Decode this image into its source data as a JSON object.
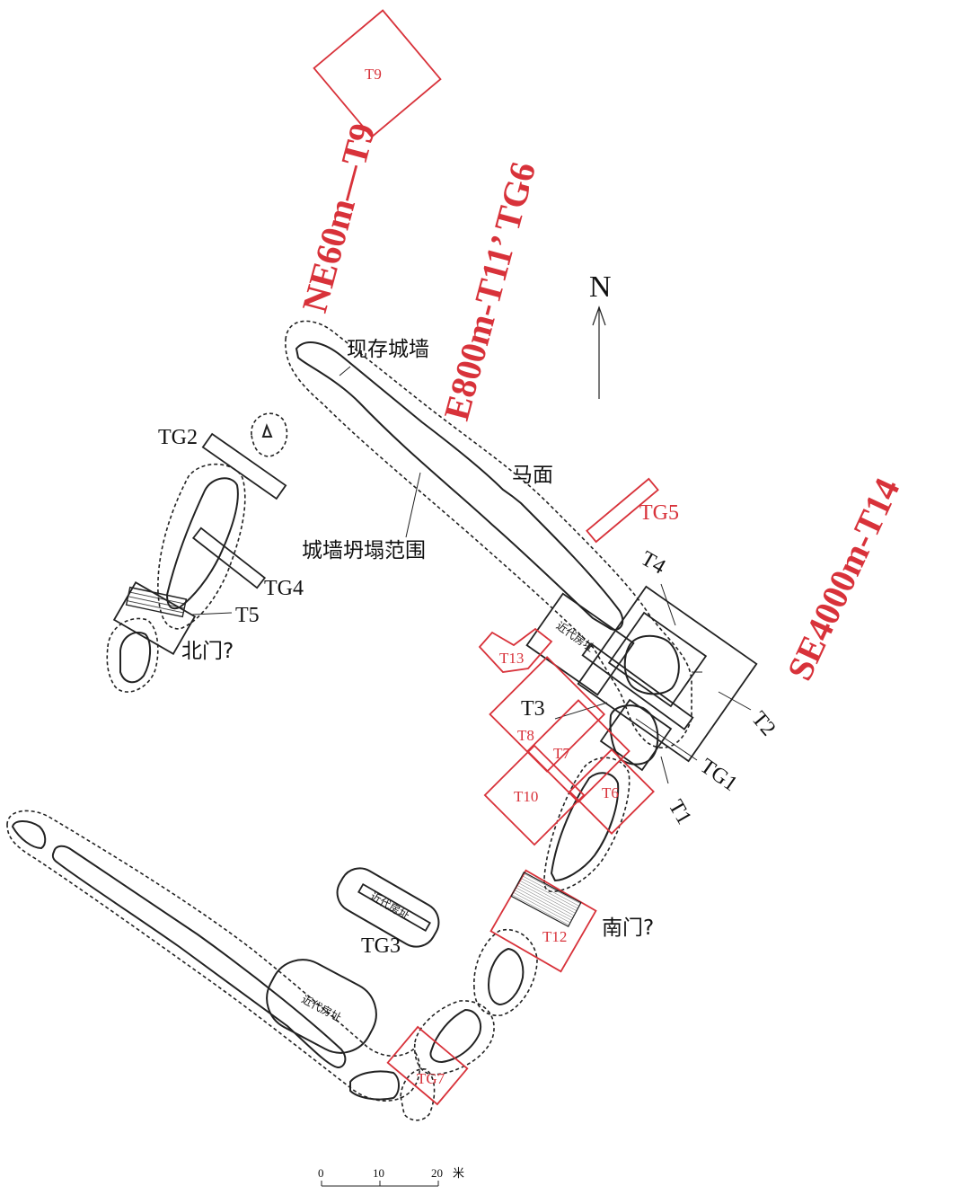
{
  "annotations": {
    "ne_t9": "NE60m—T9",
    "e_tg6": "E800m-T11’ TG6",
    "se_t14": "SE4000m-T14"
  },
  "north": {
    "label": "N"
  },
  "features": {
    "existing_wall": "现存城墙",
    "mamian": "马面",
    "collapse_range": "城墙坍塌范围",
    "north_gate": "北门?",
    "south_gate": "南门?",
    "modern_house": "近代房址"
  },
  "trenches_black": {
    "tg1": "TG1",
    "tg2": "TG2",
    "tg3": "TG3",
    "tg4": "TG4",
    "t1": "T1",
    "t2": "T2",
    "t3": "T3",
    "t4": "T4",
    "t5": "T5"
  },
  "trenches_red": {
    "t6": "T6",
    "t7": "T7",
    "t8": "T8",
    "t9": "T9",
    "t10": "T10",
    "t12": "T12",
    "t13": "T13",
    "tg5": "TG5",
    "tg7": "TG7"
  },
  "scale": {
    "tick0": "0",
    "tick10": "10",
    "tick20": "20",
    "unit": "米"
  },
  "colors": {
    "red": "#d8323a",
    "black": "#222222"
  }
}
